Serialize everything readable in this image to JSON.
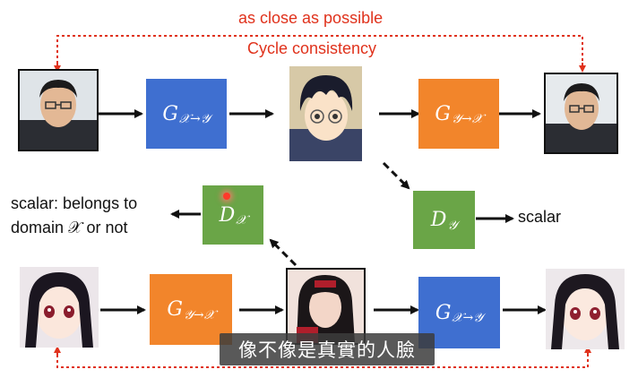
{
  "texts": {
    "top_title_1": "as close as possible",
    "top_title_2": "Cycle consistency",
    "scalar_left": "scalar: belongs to\ndomain 𝒳 or not",
    "scalar_right": "scalar",
    "subtitle": "像不像是真實的人臉"
  },
  "boxes": {
    "g_xy_top": {
      "main": "G",
      "sub": "𝒳→𝒴"
    },
    "g_yx_top": {
      "main": "G",
      "sub": "𝒴→𝒳"
    },
    "d_x": {
      "main": "D",
      "sub": "𝒳"
    },
    "d_y": {
      "main": "D",
      "sub": "𝒴"
    },
    "g_yx_bottom": {
      "main": "G",
      "sub": "𝒴→𝒳"
    },
    "g_xy_bottom": {
      "main": "G",
      "sub": "𝒳→𝒴"
    }
  },
  "colors": {
    "blue": "#3f6fd0",
    "orange": "#f2852b",
    "green": "#6aa547",
    "red": "#e0321c"
  },
  "images": {
    "img_real_face_input": "photo of man with glasses",
    "img_anime_generated": "anime character with glasses",
    "img_real_face_reconstructed": "reconstructed photo of man with glasses",
    "img_anime_input": "anime girl with dark hair",
    "img_real_woman_generated": "photo of woman with hair bow",
    "img_anime_reconstructed": "reconstructed anime girl"
  }
}
